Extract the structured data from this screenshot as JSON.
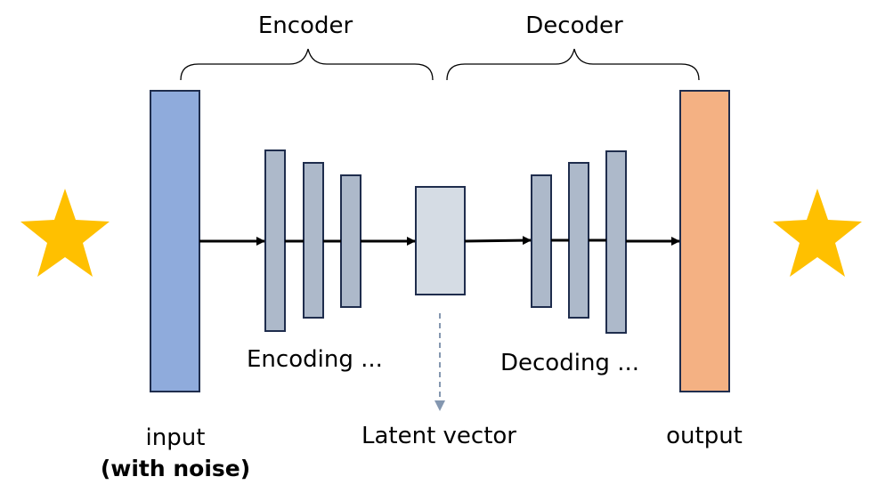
{
  "labels": {
    "encoder": "Encoder",
    "decoder": "Decoder",
    "encoding": "Encoding ...",
    "decoding": "Decoding ...",
    "latent": "Latent vector",
    "input": "input",
    "input_note": "(with noise)",
    "output": "output"
  },
  "colors": {
    "input_fill": "#8fabdc",
    "layer_fill": "#adb9ca",
    "latent_fill": "#d5dce4",
    "output_fill": "#f4b183",
    "stroke": "#1f2d4d",
    "star": "#ffc000",
    "arrow": "#000000",
    "dashed_arrow": "#8497b0"
  },
  "icons": {
    "left": "star-icon",
    "right": "star-icon"
  }
}
